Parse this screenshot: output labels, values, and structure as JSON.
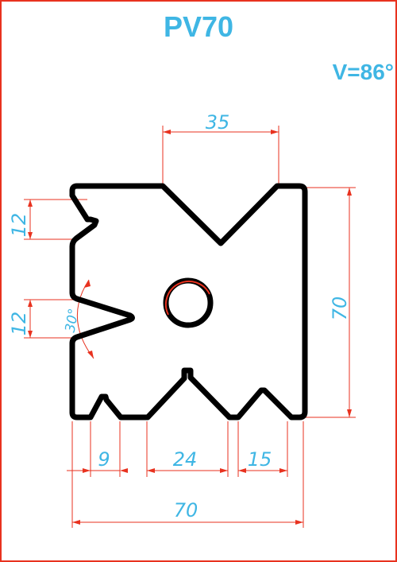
{
  "title": "PV70",
  "v_angle": "V=86°",
  "dims": {
    "top_width": "35",
    "height": "70",
    "left_upper": "12",
    "left_lower": "12",
    "angle": "30°",
    "bottom_1": "9",
    "bottom_2": "24",
    "bottom_3": "15",
    "overall_width": "70"
  },
  "colors": {
    "frame": "#e8321f",
    "text": "#3fb6e4",
    "profile": "#000000",
    "hole_accent": "#e8321f"
  }
}
